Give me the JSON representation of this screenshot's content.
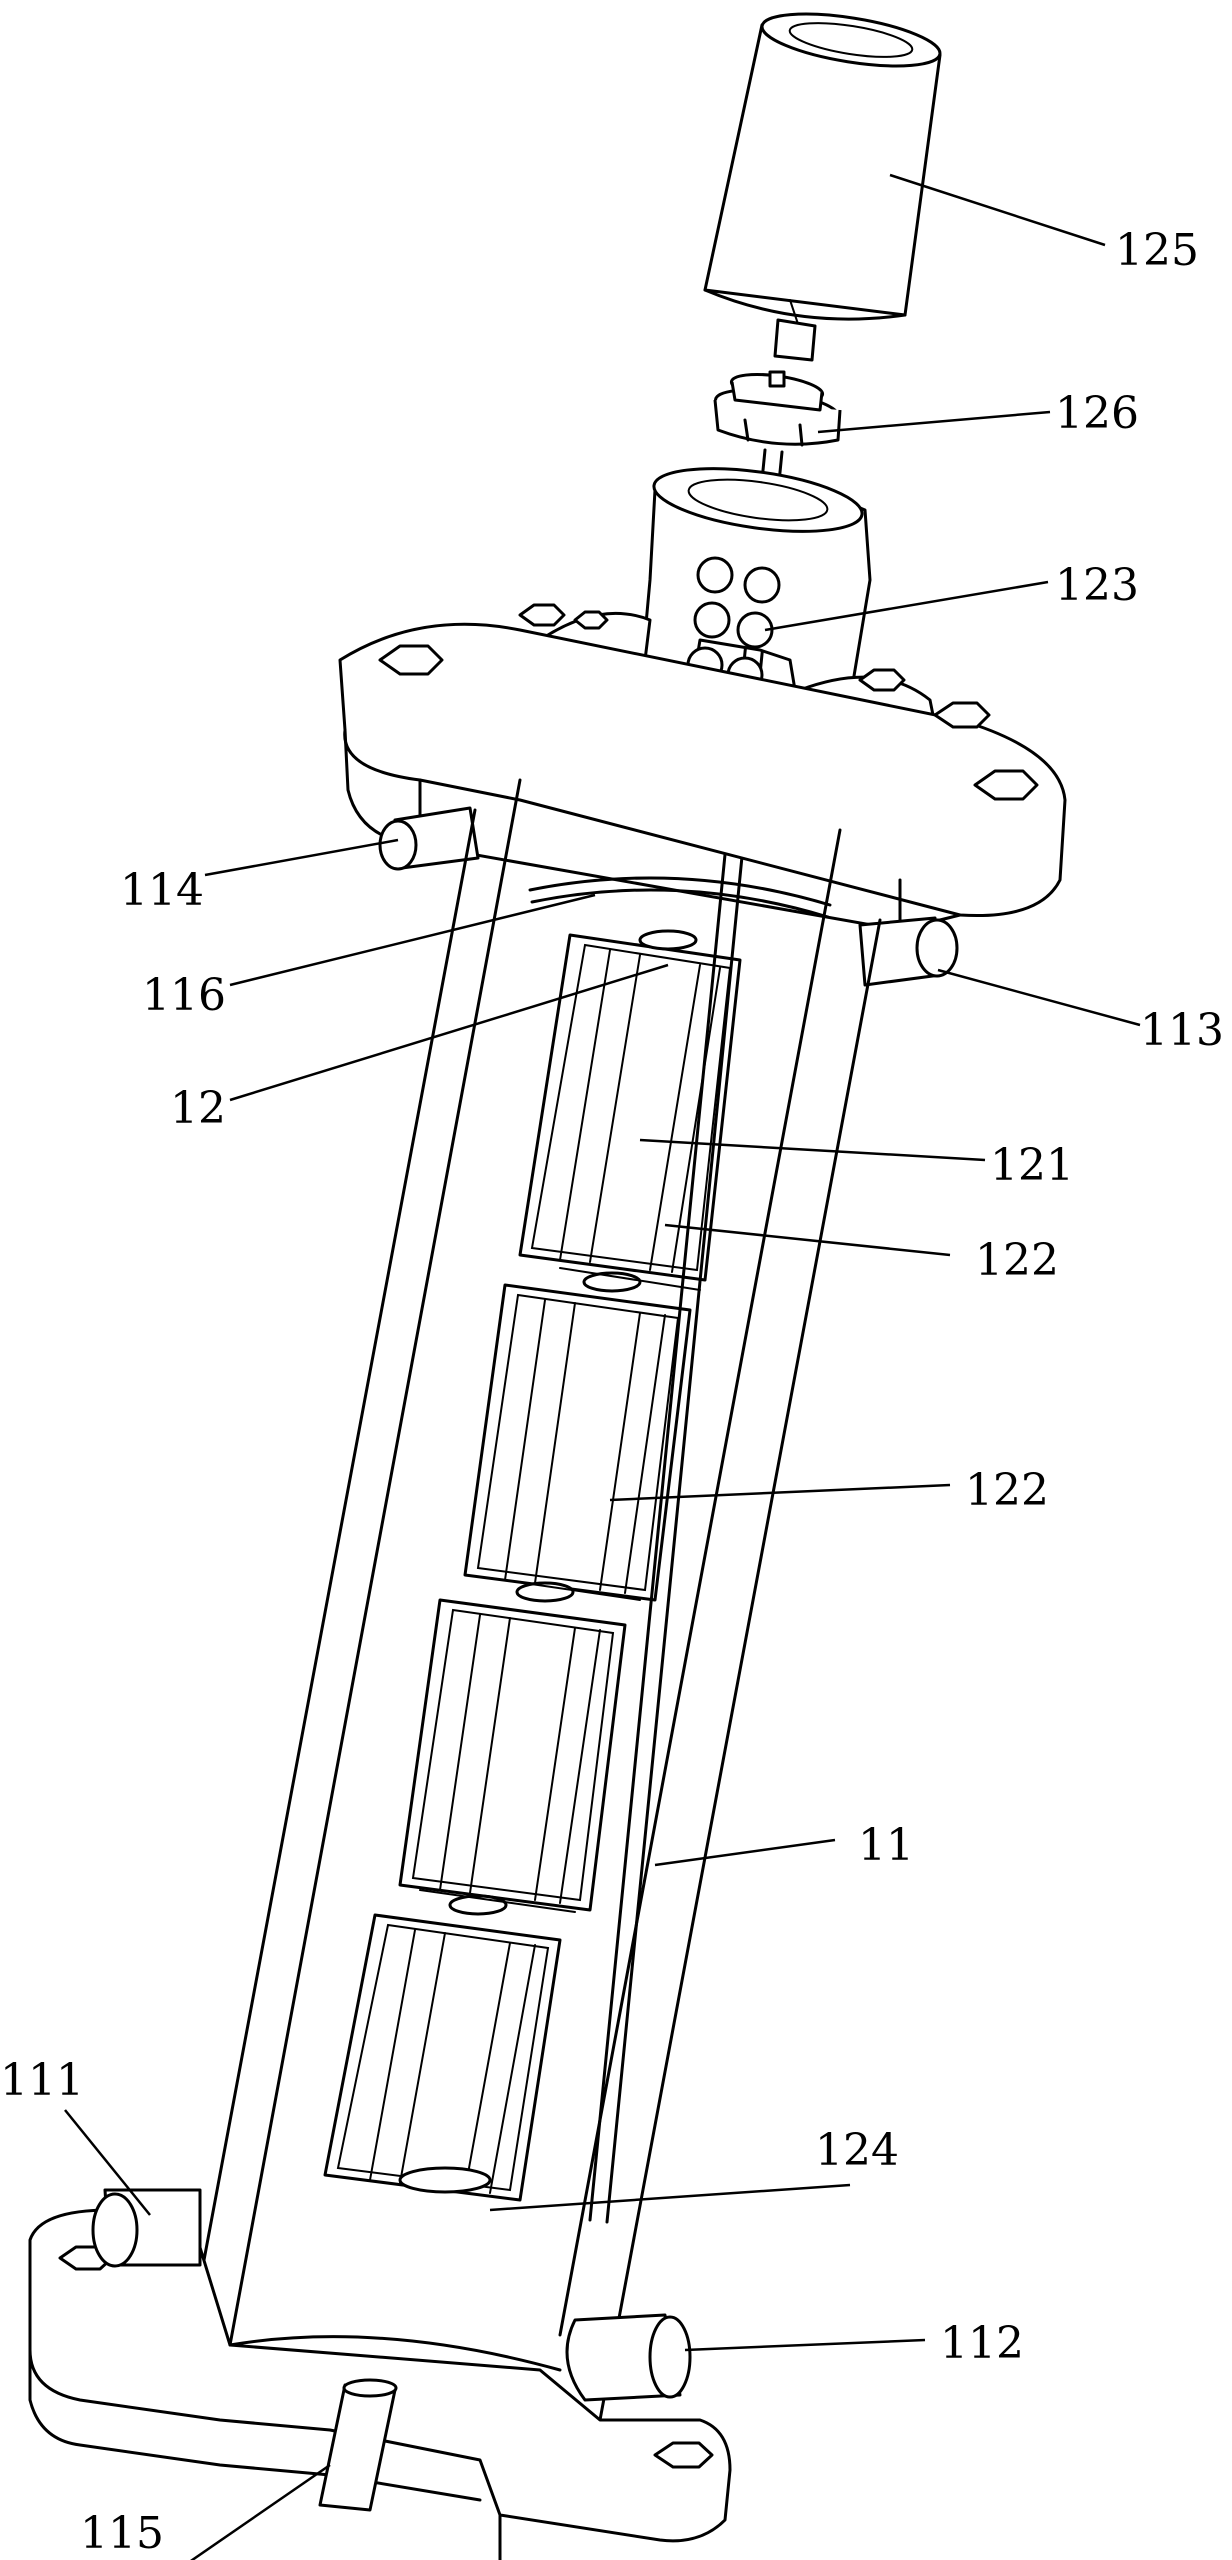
{
  "labels": {
    "l125": "125",
    "l126": "126",
    "l123": "123",
    "l114": "114",
    "l113": "113",
    "l116": "116",
    "l12": "12",
    "l121": "121",
    "l122a": "122",
    "l122b": "122",
    "l11": "11",
    "l111": "111",
    "l124": "124",
    "l112": "112",
    "l115": "115"
  }
}
